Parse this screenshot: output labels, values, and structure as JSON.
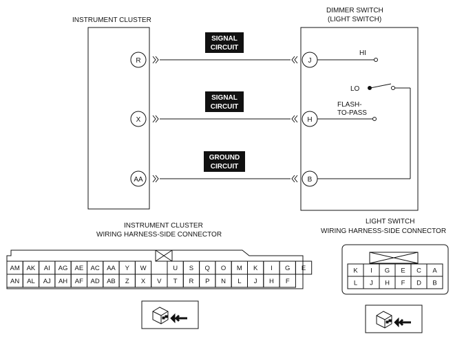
{
  "components": {
    "instrument_cluster": "INSTRUMENT CLUSTER",
    "dimmer_switch": [
      "DIMMER SWITCH",
      "(LIGHT SWITCH)"
    ]
  },
  "circuits": [
    {
      "label": [
        "SIGNAL",
        "CIRCUIT"
      ],
      "from_pin": "R",
      "to_pin": "J"
    },
    {
      "label": [
        "SIGNAL",
        "CIRCUIT"
      ],
      "from_pin": "X",
      "to_pin": "H"
    },
    {
      "label": [
        "GROUND",
        "CIRCUIT"
      ],
      "from_pin": "AA",
      "to_pin": "B"
    }
  ],
  "switch_positions": {
    "hi": "HI",
    "lo": "LO",
    "flash": [
      "FLASH-",
      "TO-PASS"
    ]
  },
  "connectors": {
    "cluster": {
      "title": [
        "INSTRUMENT CLUSTER",
        "WIRING HARNESS-SIDE CONNECTOR"
      ],
      "top_row": [
        "AM",
        "AK",
        "AI",
        "AG",
        "AE",
        "AC",
        "AA",
        "Y",
        "W",
        "",
        "U",
        "S",
        "Q",
        "O",
        "M",
        "K",
        "I",
        "G",
        "E"
      ],
      "bottom_row": [
        "AN",
        "AL",
        "AJ",
        "AH",
        "AF",
        "AD",
        "AB",
        "Z",
        "X",
        "V",
        "T",
        "R",
        "P",
        "N",
        "L",
        "J",
        "H",
        "F"
      ]
    },
    "light_switch": {
      "title": [
        "LIGHT SWITCH",
        "WIRING HARNESS-SIDE CONNECTOR"
      ],
      "top_row": [
        "K",
        "I",
        "G",
        "E",
        "C",
        "A"
      ],
      "bottom_row": [
        "L",
        "J",
        "H",
        "F",
        "D",
        "B"
      ]
    }
  }
}
